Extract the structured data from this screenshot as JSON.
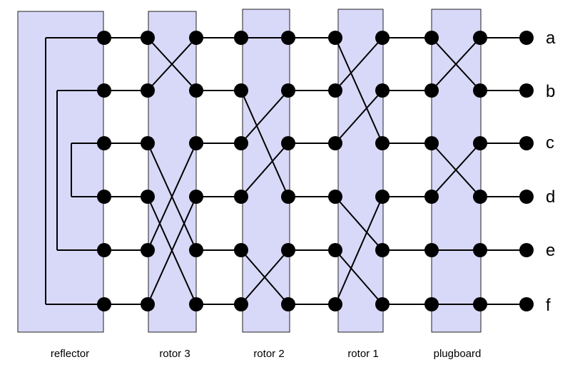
{
  "components": [
    {
      "id": "reflector",
      "label": "reflector"
    },
    {
      "id": "rotor3",
      "label": "rotor 3"
    },
    {
      "id": "rotor2",
      "label": "rotor 2"
    },
    {
      "id": "rotor1",
      "label": "rotor 1"
    },
    {
      "id": "plugboard",
      "label": "plugboard"
    }
  ],
  "io_letters": [
    "a",
    "b",
    "c",
    "d",
    "e",
    "f"
  ],
  "reflector_pairs": [
    [
      0,
      5
    ],
    [
      1,
      4
    ],
    [
      2,
      3
    ]
  ],
  "component_wirings": {
    "rotor3": [
      [
        0,
        1
      ],
      [
        1,
        0
      ],
      [
        2,
        4
      ],
      [
        3,
        5
      ],
      [
        4,
        2
      ],
      [
        5,
        3
      ]
    ],
    "rotor2": [
      [
        0,
        0
      ],
      [
        1,
        3
      ],
      [
        2,
        1
      ],
      [
        3,
        2
      ],
      [
        4,
        5
      ],
      [
        5,
        4
      ]
    ],
    "rotor1": [
      [
        0,
        2
      ],
      [
        1,
        0
      ],
      [
        2,
        1
      ],
      [
        3,
        4
      ],
      [
        4,
        5
      ],
      [
        5,
        3
      ]
    ],
    "plugboard": [
      [
        0,
        1
      ],
      [
        1,
        0
      ],
      [
        2,
        3
      ],
      [
        3,
        2
      ],
      [
        4,
        4
      ],
      [
        5,
        5
      ]
    ]
  },
  "colors": {
    "component_fill": "#d8d8f8",
    "wire": "#000000"
  }
}
